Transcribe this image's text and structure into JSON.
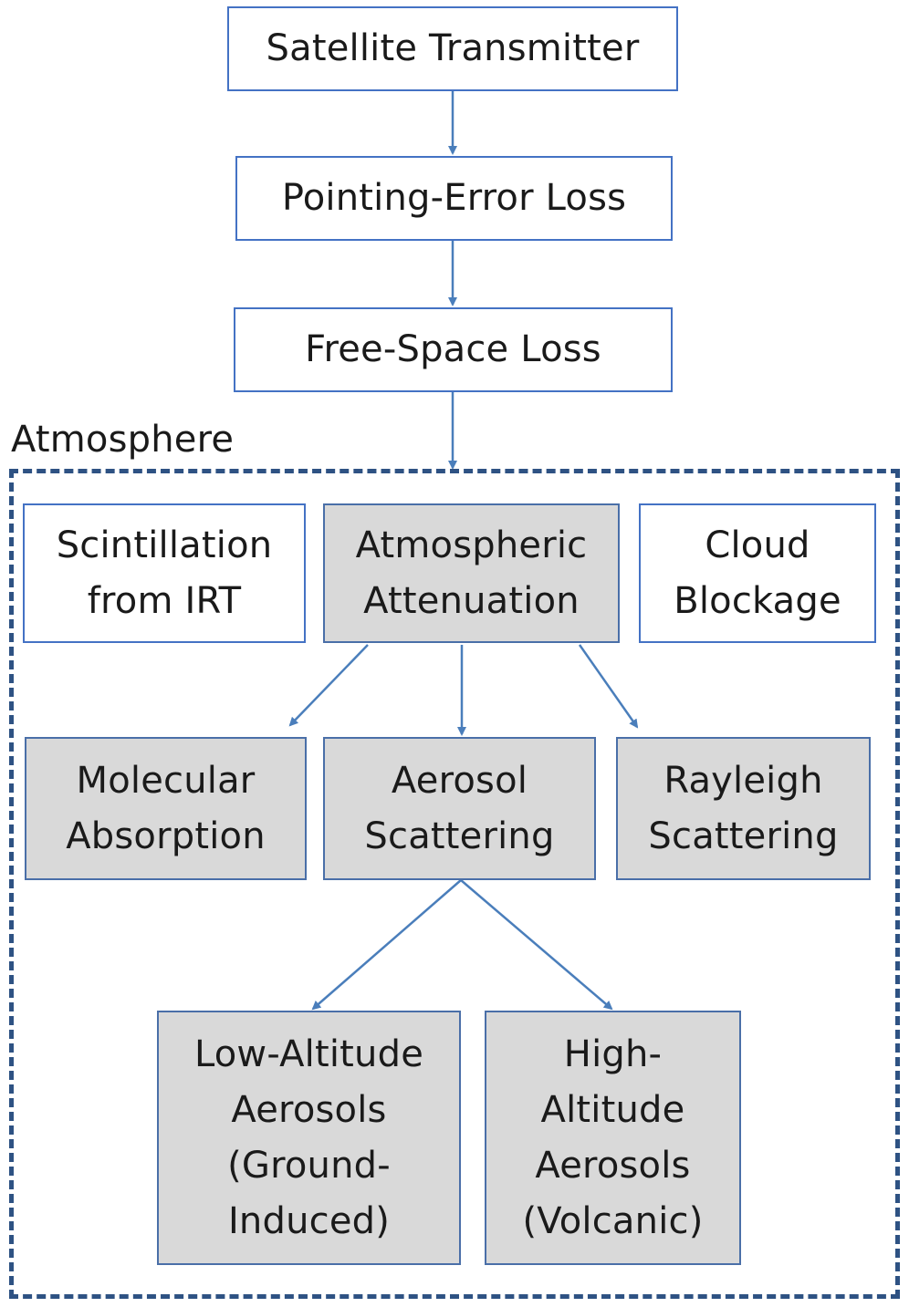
{
  "chain": {
    "satellite_transmitter": "Satellite Transmitter",
    "pointing_error_loss": "Pointing-Error Loss",
    "free_space_loss": "Free-Space Loss"
  },
  "atmosphere": {
    "label": "Atmosphere",
    "scintillation": "Scintillation\nfrom IRT",
    "atmospheric_attenuation": "Atmospheric\nAttenuation",
    "cloud_blockage": "Cloud\nBlockage",
    "molecular_absorption": "Molecular\nAbsorption",
    "aerosol_scattering": "Aerosol\nScattering",
    "rayleigh_scattering": "Rayleigh\nScattering",
    "low_altitude_aerosols": "Low-Altitude\nAerosols\n(Ground-\nInduced)",
    "high_altitude_aerosols": "High-\nAltitude\nAerosols\n(Volcanic)"
  },
  "colors": {
    "box_border": "#4472c4",
    "gray_fill": "#d9d9d9",
    "arrow": "#4a7ebb",
    "dashed_border": "#2e5283"
  }
}
